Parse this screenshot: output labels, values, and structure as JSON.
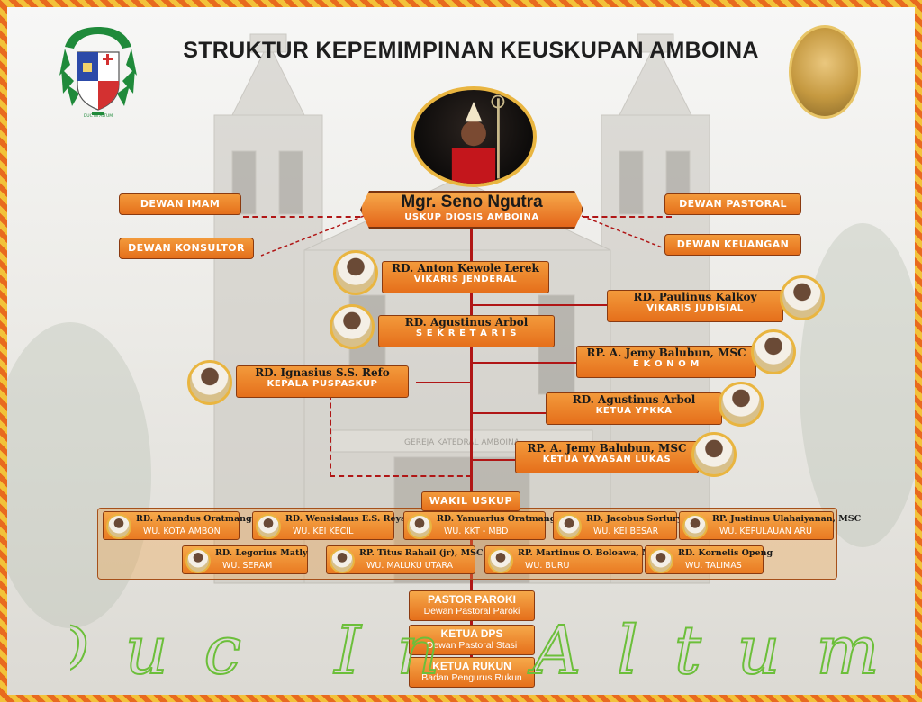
{
  "title": "STRUKTUR KEPEMIMPINAN KEUSKUPAN AMBOINA",
  "emblem_motto": "DUC IN ALTUM",
  "bishop": {
    "name": "Mgr. Seno Ngutra",
    "role": "USKUP DIOSIS AMBOINA"
  },
  "councils": {
    "left": [
      "DEWAN IMAM",
      "DEWAN KONSULTOR"
    ],
    "right": [
      "DEWAN PASTORAL",
      "DEWAN KEUANGAN"
    ]
  },
  "officers": [
    {
      "name": "RD. Anton Kewole Lerek",
      "role": "VIKARIS JENDERAL"
    },
    {
      "name": "RD. Paulinus Kalkoy",
      "role": "VIKARIS JUDISIAL"
    },
    {
      "name": "RD. Agustinus Arbol",
      "role": "S E K R E T A R I S"
    },
    {
      "name": "RP. A. Jemy Balubun, MSC",
      "role": "E K O N O M"
    },
    {
      "name": "RD. Ignasius S.S. Refo",
      "role": "KEPALA PUSPASKUP"
    },
    {
      "name": "RD. Agustinus Arbol",
      "role": "KETUA YPKKA"
    },
    {
      "name": "RP. A. Jemy Balubun, MSC",
      "role": "KETUA YAYASAN LUKAS"
    }
  ],
  "wakil_title": "WAKIL USKUP",
  "wakil": [
    {
      "name": "RD. Amandus Oratmangun",
      "area": "WU. KOTA AMBON"
    },
    {
      "name": "RD. Wensislaus E.S. Reyaan",
      "area": "WU.  KEI KECIL"
    },
    {
      "name": "RD. Yanuarius Oratmangun",
      "area": "WU.  KKT - MBD"
    },
    {
      "name": "RD. Jacobus Sorlury",
      "area": "WU.  KEI BESAR"
    },
    {
      "name": "RP. Justinus Ulahaiyanan, MSC",
      "area": "WU. KEPULAUAN ARU"
    },
    {
      "name": "RD. Legorius Matly",
      "area": "WU. SERAM"
    },
    {
      "name": "RP. Titus Rahail (jr), MSC",
      "area": "WU. MALUKU UTARA"
    },
    {
      "name": "RP.  Martinus O. Boloawa, MSC",
      "area": "WU. BURU"
    },
    {
      "name": "RD. Kornelis Openg",
      "area": "WU. TALIMAS"
    }
  ],
  "bottom": [
    {
      "title": "PASTOR PAROKI",
      "sub": "Dewan Pastoral Paroki"
    },
    {
      "title": "KETUA DPS",
      "sub": "Dewan Pastoral Stasi"
    },
    {
      "title": "KETUA RUKUN",
      "sub": "Badan Pengurus Rukun"
    }
  ],
  "motto": "Duc In Altum",
  "church_sign": "GEREJA KATEDRAL AMBOINA",
  "colors": {
    "accent": "#e56f1b",
    "line": "#b01616",
    "text": "#1e1e1e"
  }
}
